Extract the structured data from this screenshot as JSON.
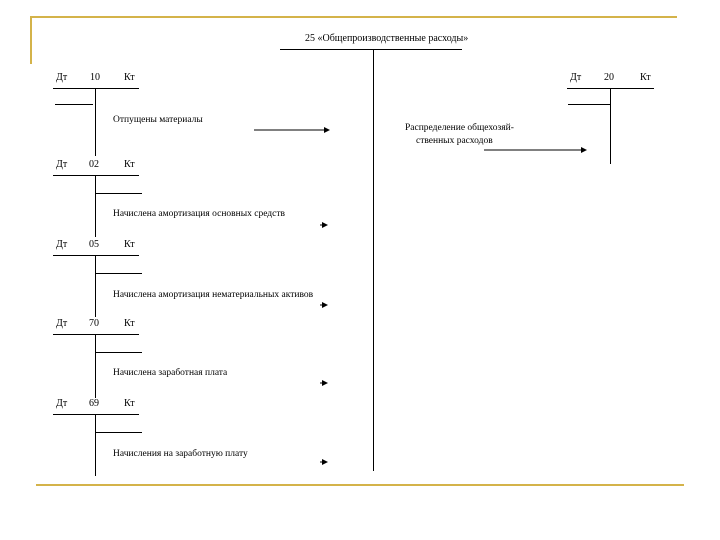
{
  "colors": {
    "frame": "#d4b34a",
    "ink": "#000000"
  },
  "central_account": {
    "title": "25 «Общепроизводственные расходы»",
    "distribution_text": [
      "Распределение общехозяй-",
      "ственных расходов"
    ]
  },
  "target_account": {
    "debit": "Дт",
    "number": "20",
    "credit": "Кт"
  },
  "source_accounts": [
    {
      "debit": "Дт",
      "number": "10",
      "credit": "Кт",
      "description": "Отпущены материалы"
    },
    {
      "debit": "Дт",
      "number": "02",
      "credit": "Кт",
      "description": "Начислена амортизация основных средств"
    },
    {
      "debit": "Дт",
      "number": "05",
      "credit": "Кт",
      "description": "Начислена амортизация нематериальных активов"
    },
    {
      "debit": "Дт",
      "number": "70",
      "credit": "Кт",
      "description": "Начислена заработная плата"
    },
    {
      "debit": "Дт",
      "number": "69",
      "credit": "Кт",
      "description": "Начисления на заработную плату"
    }
  ]
}
